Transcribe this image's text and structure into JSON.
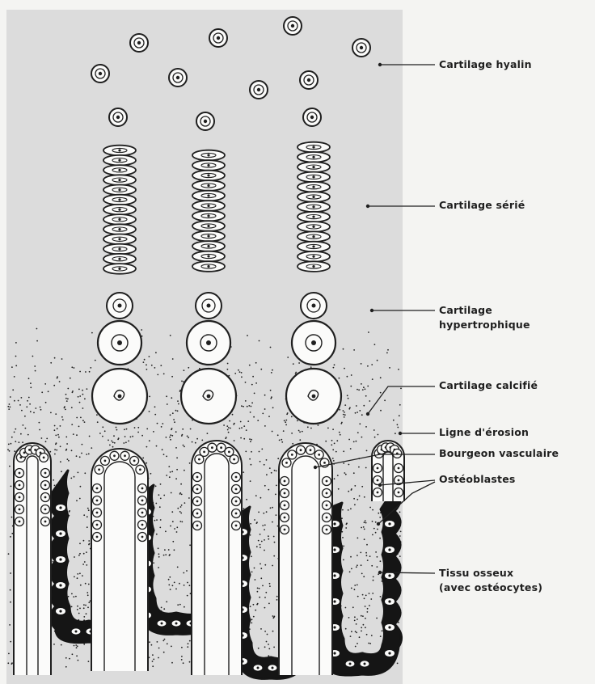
{
  "figure": {
    "labels": {
      "cartilage_hyalin": "Cartilage hyalin",
      "cartilage_serie": "Cartilage sérié",
      "cartilage_hypertrophique_1": "Cartilage",
      "cartilage_hypertrophique_2": "hypertrophique",
      "cartilage_calcifie": "Cartilage calcifié",
      "ligne_erosion": "Ligne d'érosion",
      "bourgeon_vasculaire": "Bourgeon vasculaire",
      "osteoblastes": "Ostéoblastes",
      "tissu_osseux_1": "Tissu osseux",
      "tissu_osseux_2": "(avec ostéocytes)"
    },
    "colors": {
      "background": "#f4f4f2",
      "panel": "#dcdcdc",
      "ink": "#1f1f1f",
      "bone": "#151515",
      "cell_fill": "#fbfbfa"
    }
  }
}
